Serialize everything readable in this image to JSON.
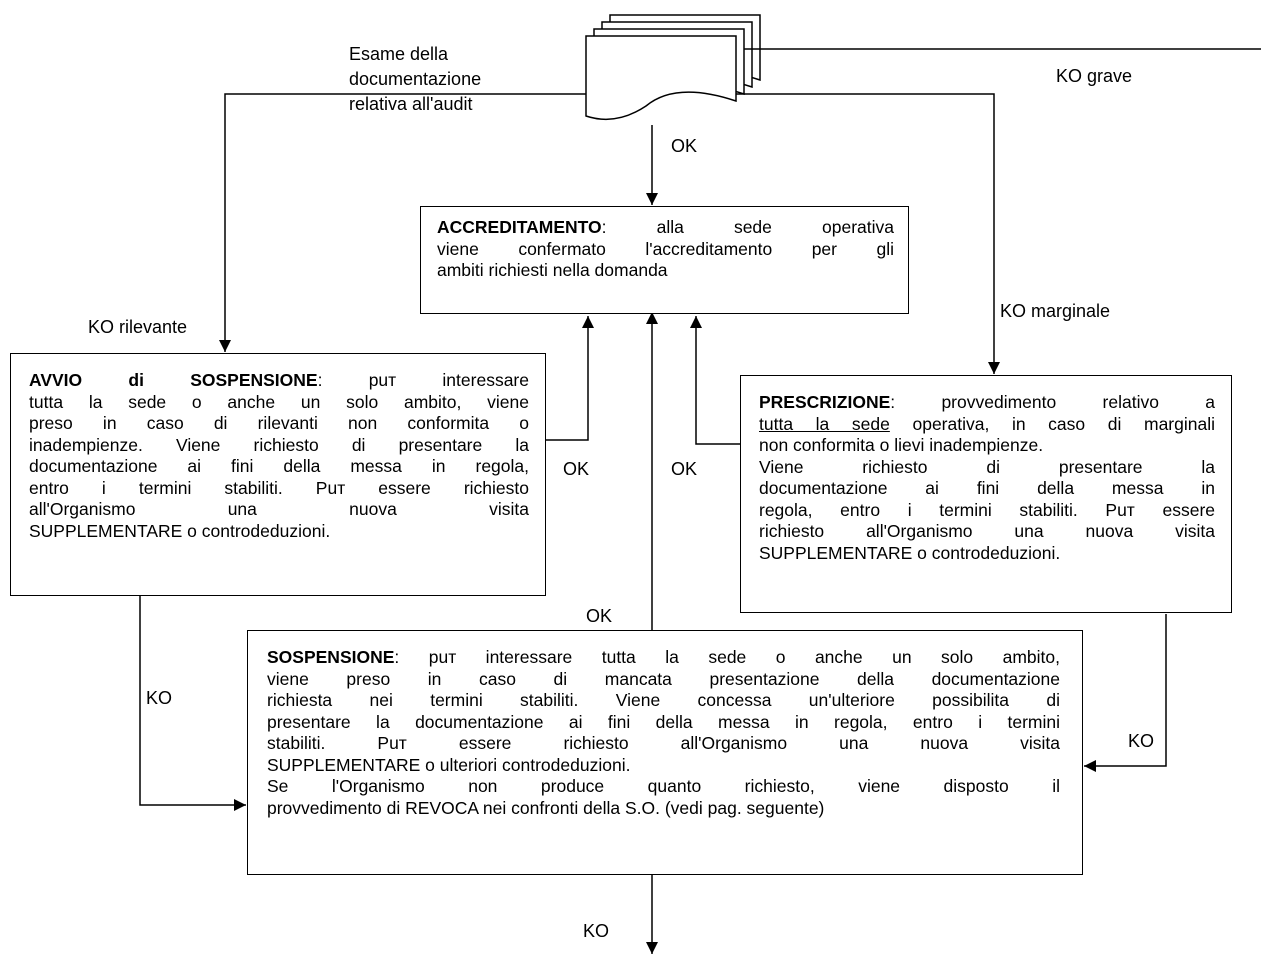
{
  "source_label": "Esame della documentazione relativa all'audit",
  "source_label_lines": [
    "Esame della",
    "documentazione",
    "relativa all'audit"
  ],
  "edge_labels": {
    "ok_top": "OK",
    "ko_grave": "KO grave",
    "ko_rilevante": "KO rilevante",
    "ko_marginale": "KO marginale",
    "ok_left": "OK",
    "ok_mid": "OK",
    "ok_bottom": "OK",
    "ko_left": "KO",
    "ko_right": "KO",
    "ko_bottom": "KO"
  },
  "accreditamento": {
    "title": "ACCREDITAMENTO",
    "lines": [
      ": alla sede operativa",
      "viene confermato l'accreditamento per gli",
      "ambiti richiesti nella domanda"
    ]
  },
  "avvio_sospensione": {
    "title": "AVVIO di SOSPENSIONE",
    "lines": [
      ": puт interessare",
      "tutta la sede o anche un solo ambito, viene",
      "preso in caso di rilevanti non conformita o",
      "inadempienze. Viene richiesto di presentare la",
      "documentazione ai fini della messa in regola,",
      "entro i termini stabiliti. Puт essere richiesto",
      "all'Organismo una nuova visita",
      "SUPPLEMENTARE o controdeduzioni."
    ]
  },
  "prescrizione": {
    "title": "PRESCRIZIONE",
    "line1": ": provvedimento relativo a",
    "underlined": "tutta la sede",
    "line2_rest": " operativa, in caso di marginali",
    "lines": [
      "non conformita o lievi inadempienze.",
      "Viene richiesto di presentare la",
      "documentazione ai fini della messa in",
      "regola, entro i termini stabiliti. Puт essere",
      "richiesto all'Organismo una nuova visita",
      "SUPPLEMENTARE o controdeduzioni."
    ]
  },
  "sospensione": {
    "title": "SOSPENSIONE",
    "lines": [
      ": puт interessare tutta la sede o anche un solo ambito,",
      "viene preso in caso di mancata presentazione della documentazione",
      "richiesta nei termini stabiliti. Viene concessa un'ulteriore possibilita di",
      "presentare la documentazione ai fini della messa in regola, entro i termini",
      "stabiliti. Puт essere richiesto all'Organismo una nuova visita",
      "SUPPLEMENTARE o ulteriori controdeduzioni.",
      "Se l'Organismo non produce quanto richiesto, viene disposto il",
      "provvedimento di REVOCA nei confronti della S.O. (vedi pag. seguente)"
    ]
  }
}
